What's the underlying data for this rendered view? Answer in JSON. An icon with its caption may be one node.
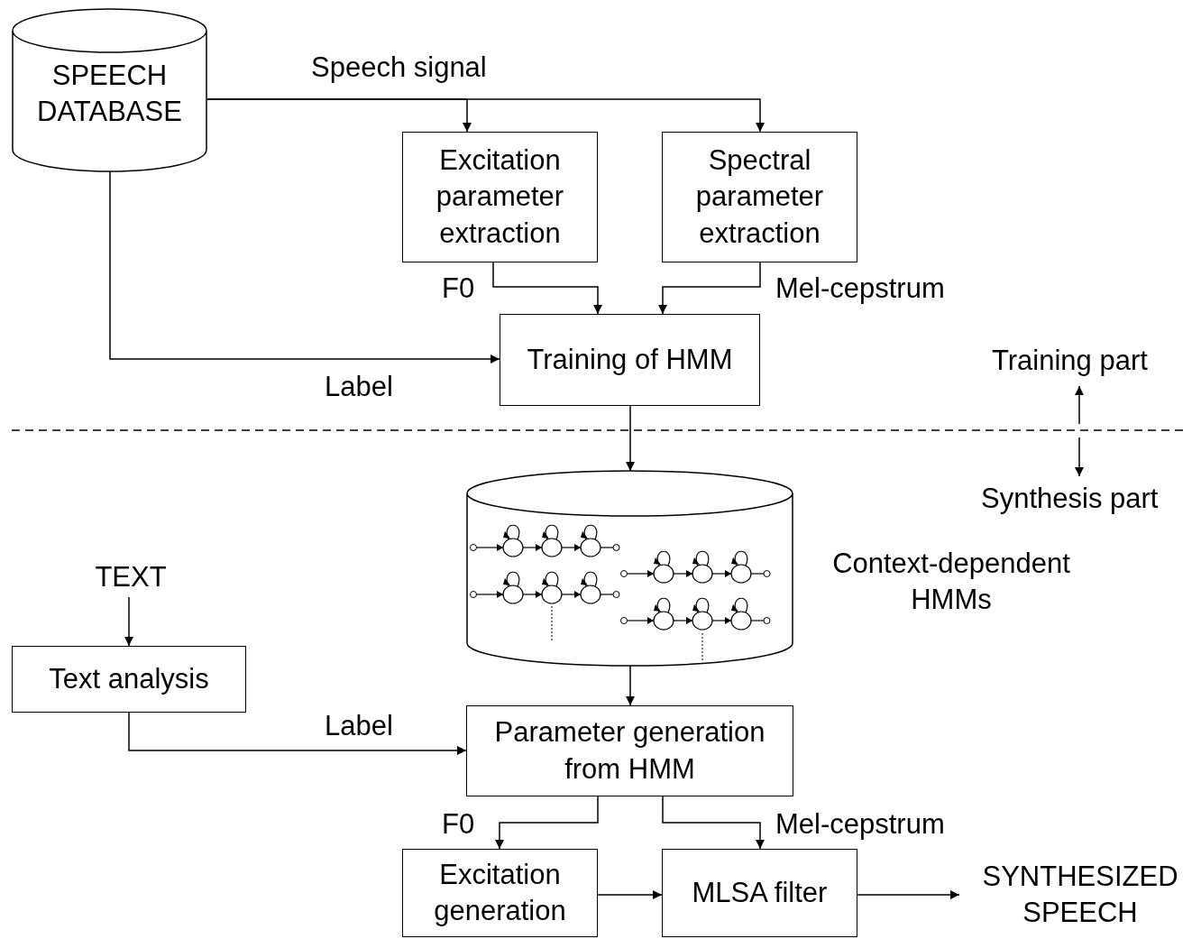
{
  "diagram": {
    "nodes": [
      {
        "text": [
          "SPEECH DATABASE"
        ]
      },
      {
        "text": [
          "Excitation parameter extraction"
        ]
      },
      {
        "text": [
          "Spectral parameter extraction"
        ]
      },
      {
        "text": [
          "Training of HMM"
        ]
      },
      {
        "text": [],
        "shape": "cylinder",
        "beside": [
          "Context-dependent HMMs"
        ]
      },
      {
        "text": [
          "TEXT"
        ]
      },
      {
        "text": [
          "Text analysis"
        ]
      },
      {
        "text": [
          "Parameter generation from HMM"
        ]
      },
      {
        "text": [
          "Excitation generation"
        ]
      },
      {
        "text": [
          "MLSA filter"
        ]
      },
      {
        "text": [
          "SYNTHESIZED SPEECH"
        ]
      }
    ],
    "edges": [
      {
        "from": 0,
        "to": 1,
        "arrow": "to",
        "label": "Speech signal"
      },
      {
        "from": 0,
        "to": 2,
        "arrow": "to"
      },
      {
        "from": 1,
        "to": 3,
        "arrow": "to",
        "label": "F0"
      },
      {
        "from": 2,
        "to": 3,
        "arrow": "to",
        "label": "Mel-cepstrum"
      },
      {
        "from": 0,
        "to": 3,
        "arrow": "to",
        "label": "Label"
      },
      {
        "from": 3,
        "to": 4,
        "arrow": "to"
      },
      {
        "from": 5,
        "to": 6,
        "arrow": "to"
      },
      {
        "from": 6,
        "to": 7,
        "arrow": "to",
        "label": "Label"
      },
      {
        "from": 4,
        "to": 7,
        "arrow": "to"
      },
      {
        "from": 7,
        "to": 8,
        "arrow": "to",
        "label": "F0"
      },
      {
        "from": 7,
        "to": 9,
        "arrow": "to",
        "label": "Mel-cepstrum"
      },
      {
        "from": 8,
        "to": 9,
        "arrow": "to"
      },
      {
        "from": 9,
        "to": 10,
        "arrow": "to"
      }
    ],
    "labels": [
      "Training part",
      "Synthesis part"
    ]
  }
}
